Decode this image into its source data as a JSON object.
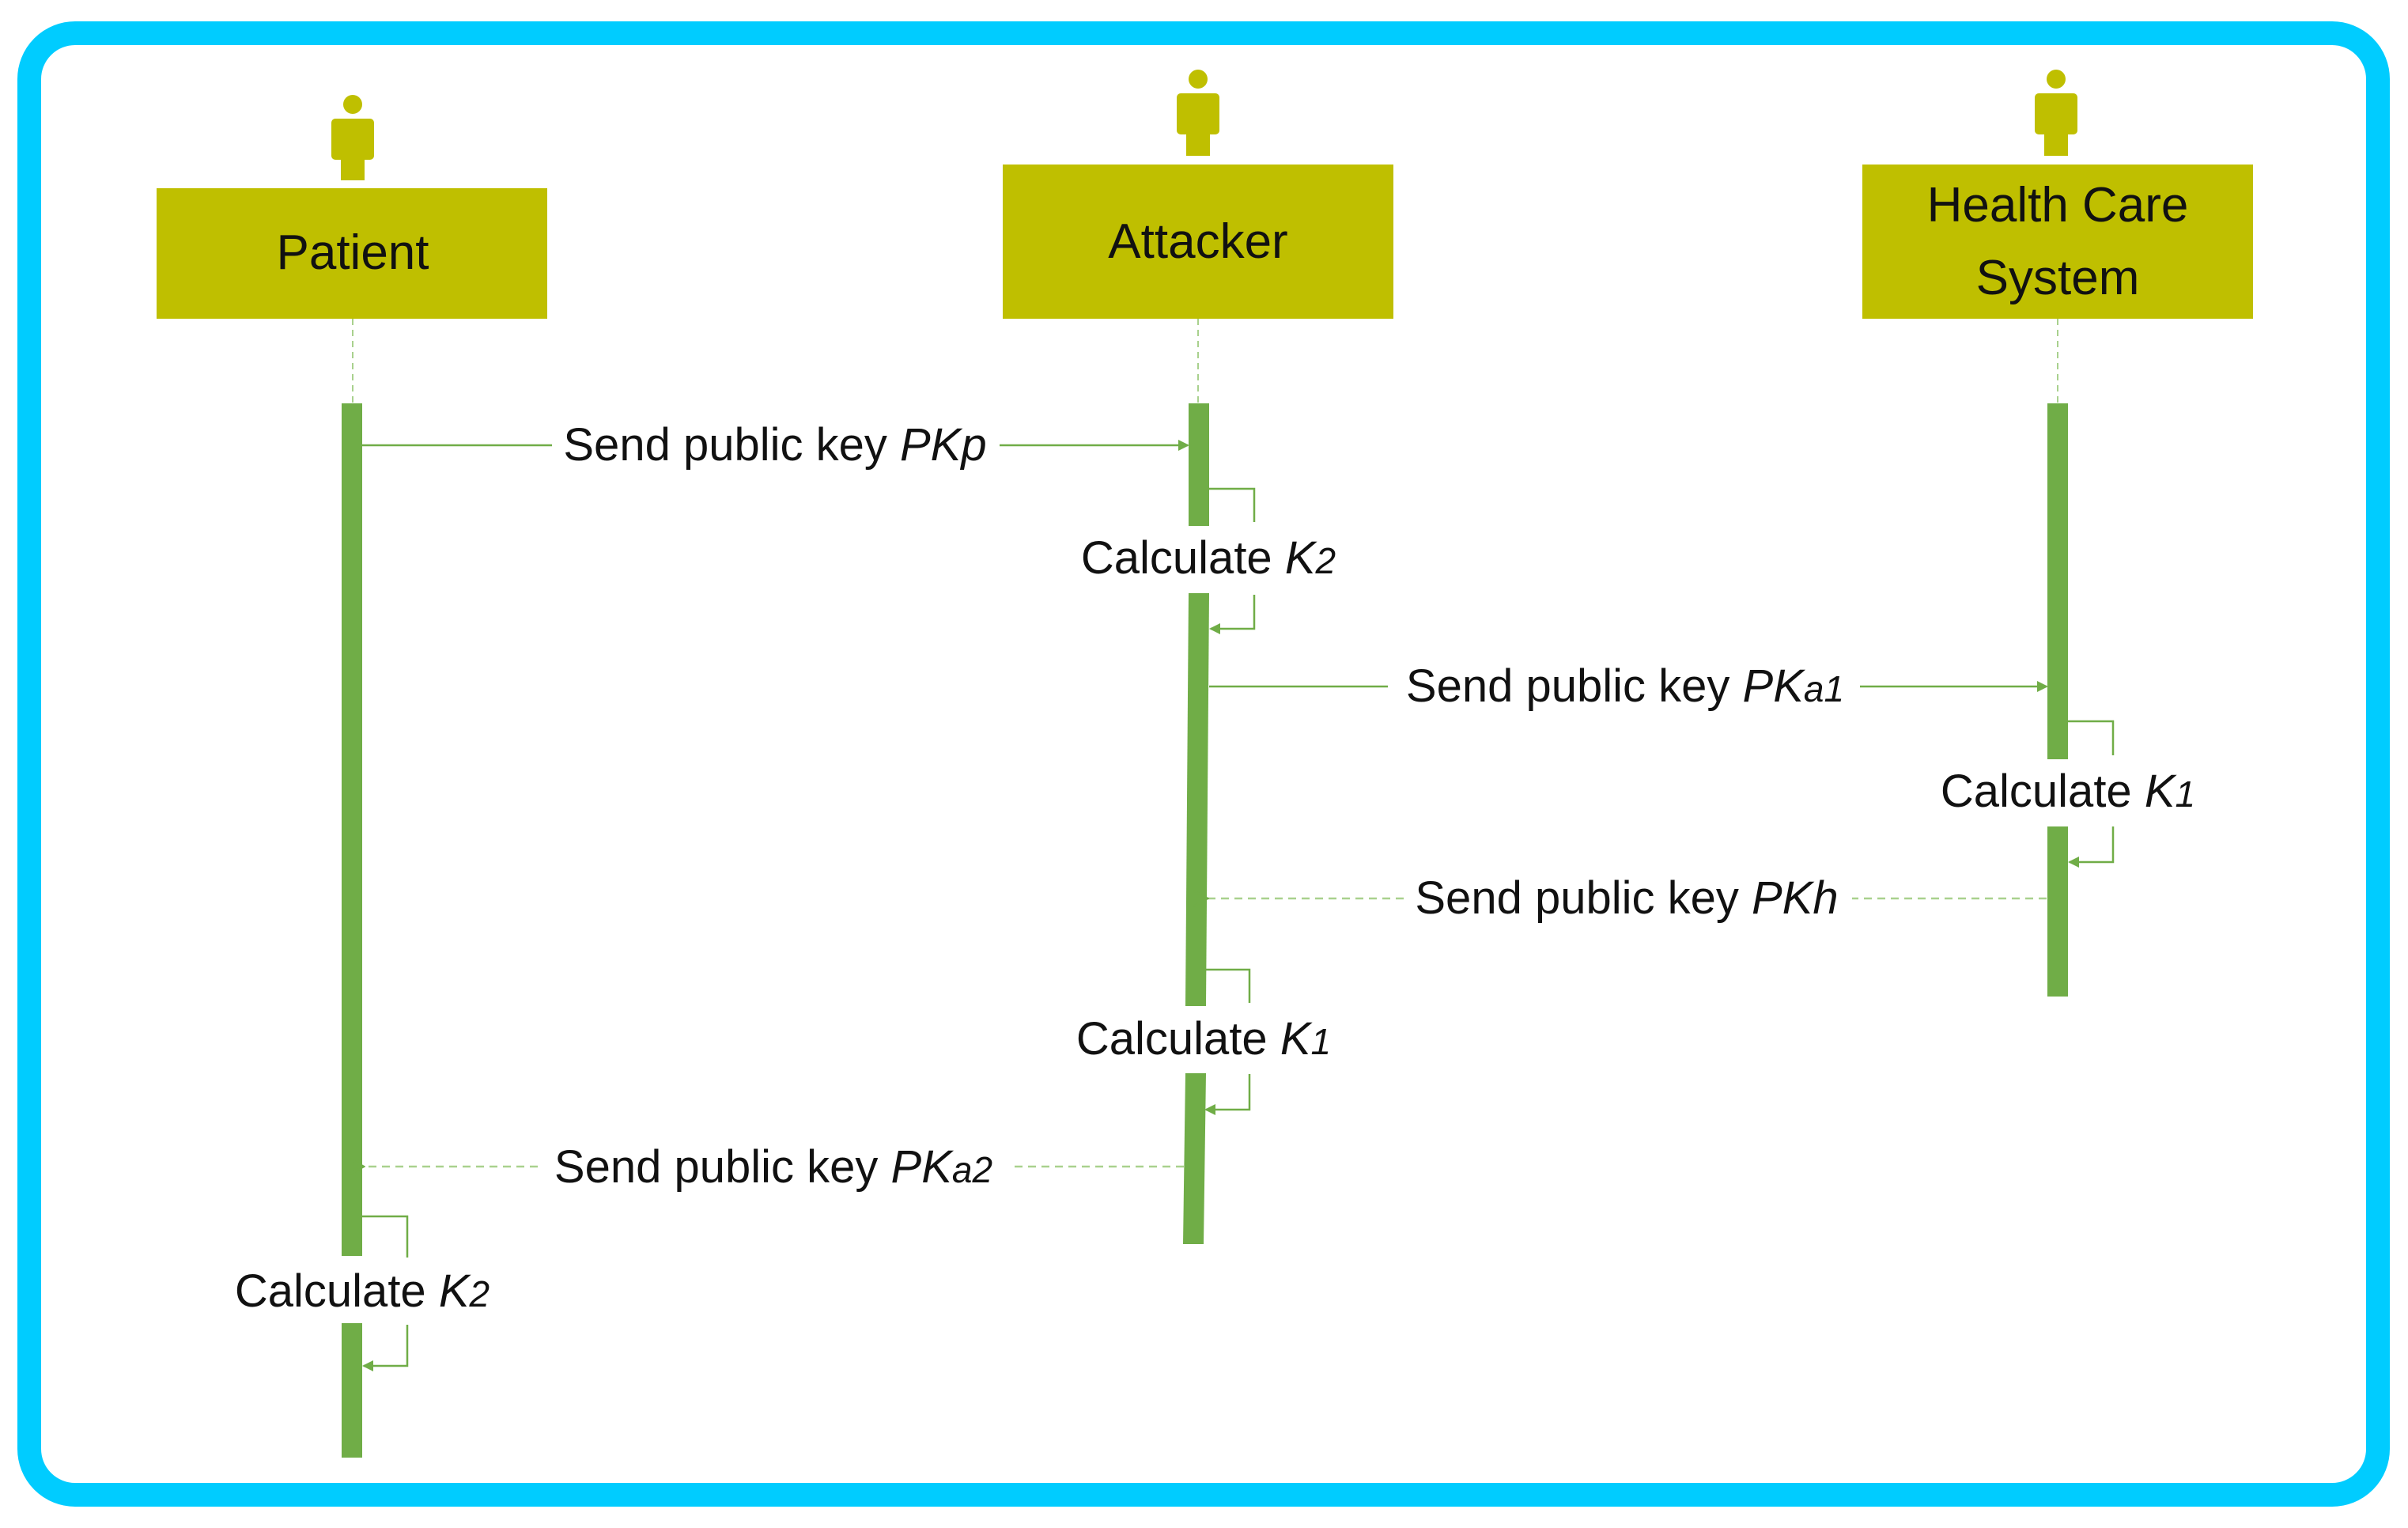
{
  "colors": {
    "frame_border": "#00CCFF",
    "actor_box": "#BFBF00",
    "activation_bar": "#70AD47",
    "message_line": "#70AD47",
    "text": "#111111"
  },
  "actors": [
    {
      "id": "patient",
      "label_lines": [
        "Patient"
      ],
      "icon": "person-icon"
    },
    {
      "id": "attacker",
      "label_lines": [
        "Attacker"
      ],
      "icon": "person-icon"
    },
    {
      "id": "hcs",
      "label_lines": [
        "Health Care",
        "System"
      ],
      "icon": "person-icon"
    }
  ],
  "messages": [
    {
      "type": "sync",
      "from": "patient",
      "to": "attacker",
      "text": "Send public key ",
      "key": "PK",
      "sub": "p"
    },
    {
      "type": "self",
      "actor": "attacker",
      "text": "Calculate ",
      "key": "K",
      "sub": "2"
    },
    {
      "type": "sync",
      "from": "attacker",
      "to": "hcs",
      "text": "Send public key ",
      "key": "PK",
      "sub": "a1"
    },
    {
      "type": "self",
      "actor": "hcs",
      "text": "Calculate ",
      "key": "K",
      "sub": "1"
    },
    {
      "type": "reply",
      "from": "hcs",
      "to": "attacker",
      "text": "Send public key ",
      "key": "PK",
      "sub": "h"
    },
    {
      "type": "self",
      "actor": "attacker",
      "text": "Calculate ",
      "key": "K",
      "sub": "1"
    },
    {
      "type": "reply",
      "from": "attacker",
      "to": "patient",
      "text": "Send public key ",
      "key": "PK",
      "sub": "a2"
    },
    {
      "type": "self",
      "actor": "patient",
      "text": "Calculate ",
      "key": "K",
      "sub": "2"
    }
  ]
}
